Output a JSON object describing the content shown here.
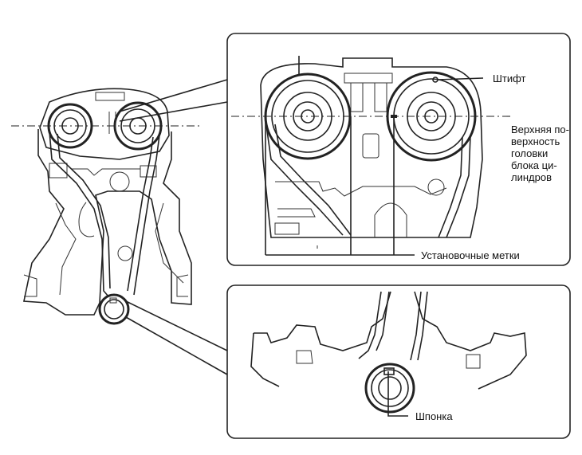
{
  "labels": {
    "pin": "Штифт",
    "head_surface": "Верхняя по-верхность головки блока ци-линдров",
    "timing_marks": "Установочные метки",
    "key": "Шпонка"
  },
  "colors": {
    "line": "#222222",
    "background": "#ffffff"
  }
}
